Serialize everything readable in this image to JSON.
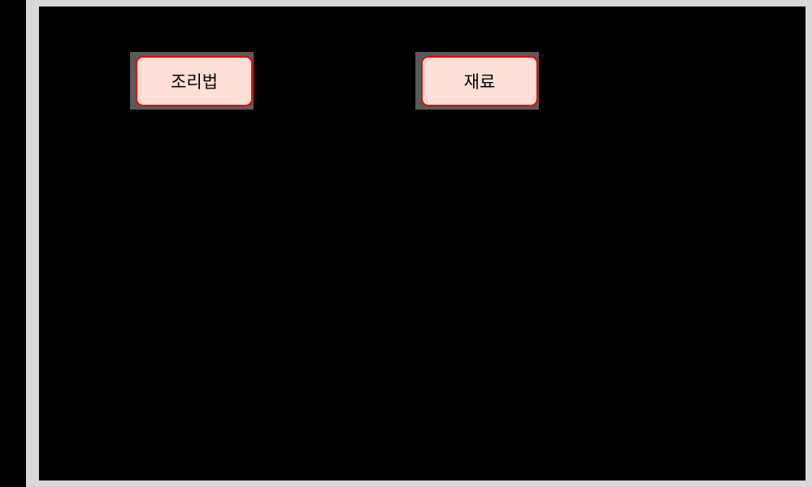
{
  "diagram": {
    "nodes": [
      {
        "id": "recipe",
        "label": "조리법",
        "fill": "#ffe0d6",
        "stroke": "#ee0000"
      },
      {
        "id": "ingredients",
        "label": "재료",
        "fill": "#ffe0d6",
        "stroke": "#ee0000"
      }
    ]
  }
}
